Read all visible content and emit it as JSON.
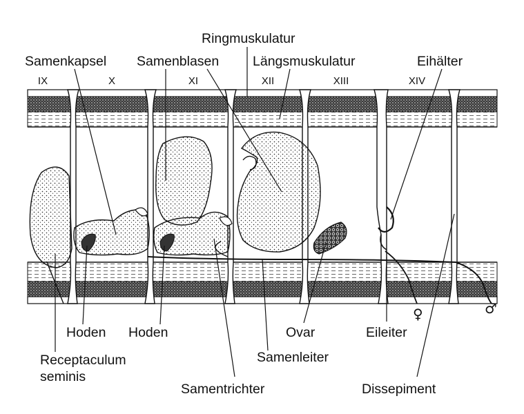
{
  "diagram": {
    "segments": [
      "IX",
      "X",
      "XI",
      "XII",
      "XIII",
      "XIV"
    ],
    "labels": {
      "ringmuskulatur": "Ringmuskulatur",
      "samenkapsel": "Samenkapsel",
      "samenblasen": "Samenblasen",
      "laengsmuskulatur": "Längsmuskulatur",
      "eihalter": "Eihälter",
      "hoden_1": "Hoden",
      "hoden_2": "Hoden",
      "receptaculum_1": "Receptaculum",
      "receptaculum_2": "seminis",
      "samentrichter": "Samentrichter",
      "ovar": "Ovar",
      "samenleiter": "Samenleiter",
      "eileiter": "Eileiter",
      "dissepiment": "Dissepiment"
    },
    "symbols": {
      "female": "♀",
      "male": "♂"
    }
  }
}
